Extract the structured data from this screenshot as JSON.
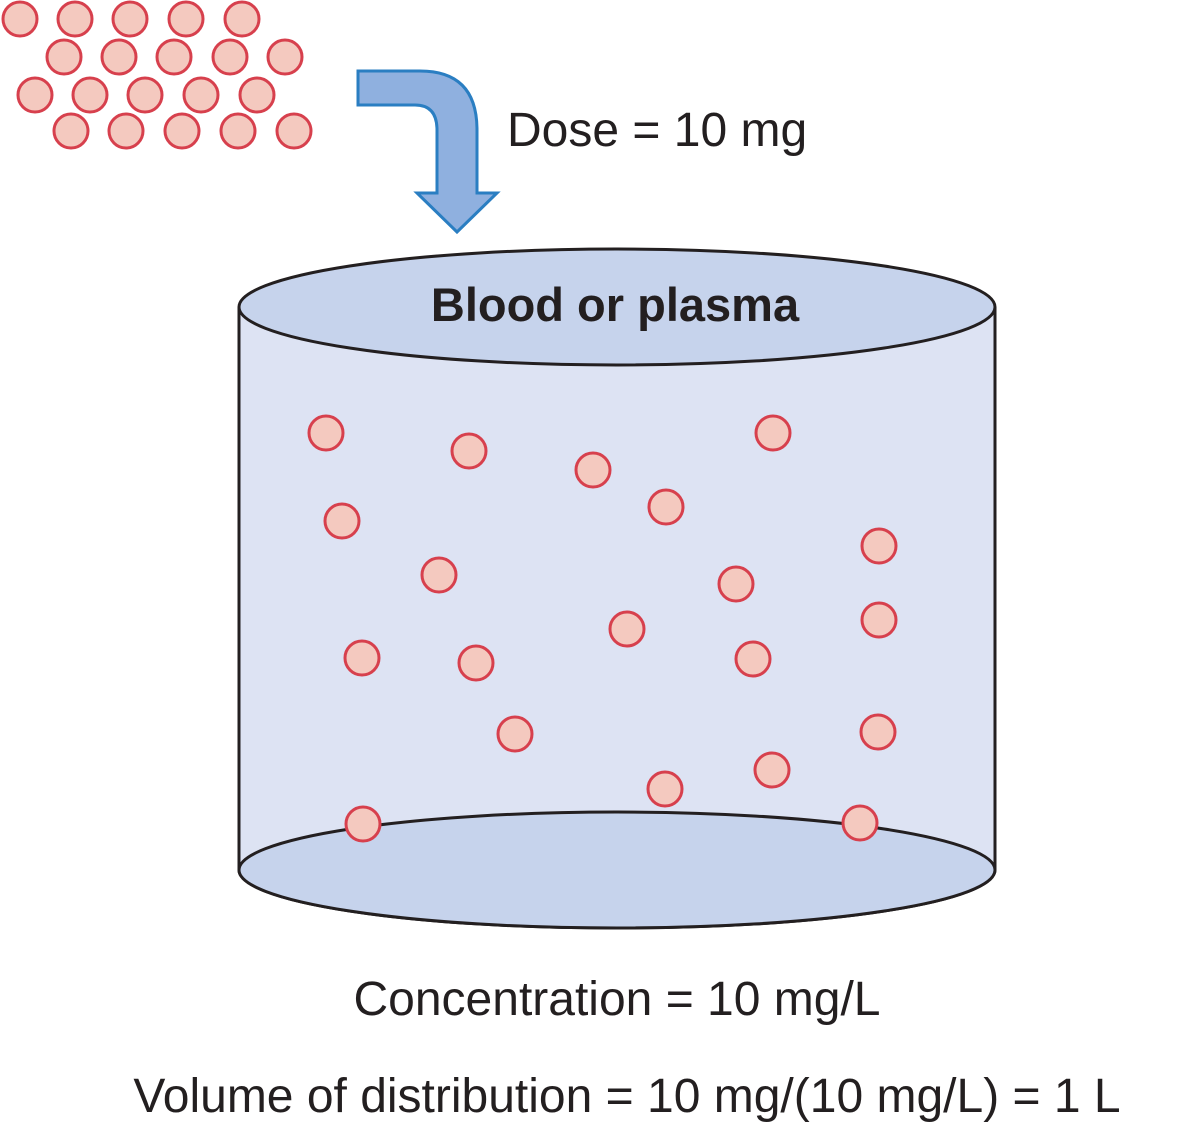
{
  "dose_label": "Dose = 10 mg",
  "container_label": "Blood or plasma",
  "concentration_label": "Concentration = 10 mg/L",
  "volume_label": "Volume of distribution = 10 mg/(10 mg/L) = 1 L",
  "colors": {
    "molecule_fill": "#f4c9bf",
    "molecule_stroke": "#d7404d",
    "cylinder_fill": "#dde3f3",
    "cylinder_cap": "#c6d3ec",
    "arrow_fill": "#8fb0df",
    "arrow_stroke": "#2a7ec2",
    "text": "#231f20"
  },
  "icons": {
    "arrow": "curved-down-arrow-icon",
    "molecule": "drug-molecule-icon"
  }
}
